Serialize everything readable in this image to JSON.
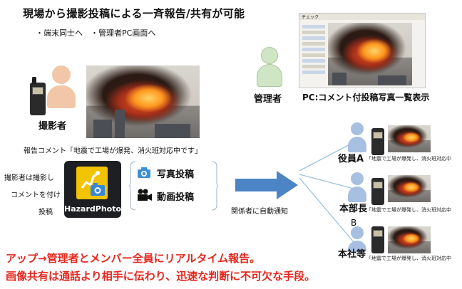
{
  "title": "現場から撮影投稿による一斉報告/共有が可能",
  "subtitle": "・端末同士へ　・管理者PC画面へ",
  "photographer_label": "撮影者",
  "report_comment": "報告コメント「地震で工場が爆発、消火班対応中です」",
  "left_notes": [
    "撮影者は撮影し",
    "コメントを付け",
    "投稿"
  ],
  "app_name": "HazardPhoto",
  "actions": [
    {
      "icon": "camera-icon",
      "label": "写真投稿"
    },
    {
      "icon": "video-camera-icon",
      "label": "動画投稿"
    }
  ],
  "notify_label": "関係者に自動通知",
  "admin_label": "管理者",
  "pc_caption": "PC:コメント付投稿写真一覧表示",
  "pc_window_title": "チェック",
  "recipients": [
    {
      "label": "役員A",
      "caption": "「地震で工場が爆発し、消火班対応中"
    },
    {
      "label": "本部長",
      "caption": "「地震で工場が爆発し、消火班対応中"
    },
    {
      "label": "本社等",
      "caption": "「地震で工場が爆発し、消火班対応中"
    }
  ],
  "stray_b": "B",
  "footer_lines": [
    "アップ→管理者とメンバー全員にリアルタイム報告。",
    "画像共有は通話より相手に伝わり、迅速な判断に不可欠な手段。"
  ],
  "colors": {
    "footer_red": "#e3281f",
    "photographer_skin": "#f2c7a8",
    "admin_green": "#cfe6c4",
    "recipient_blue": "#a7bfe1",
    "arrow_blue": "#4b85c6",
    "app_yellow": "#f2c400"
  }
}
